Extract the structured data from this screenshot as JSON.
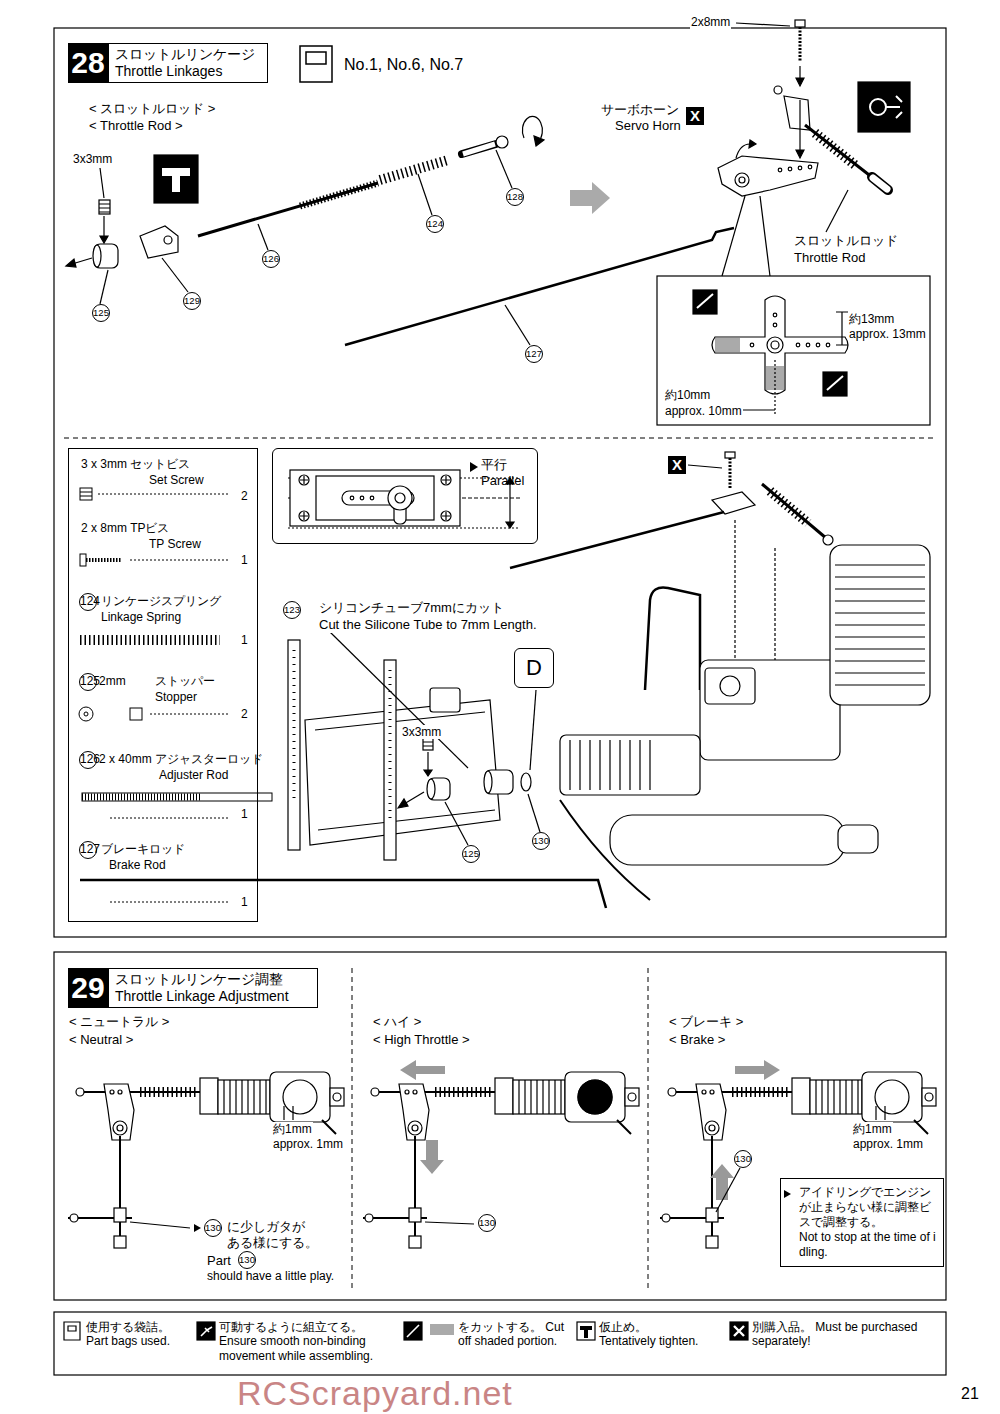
{
  "diagram": {
    "nodes": [
      {
        "text": [
          "28",
          "スロットルリンケージ Throttle Linkages"
        ]
      },
      {
        "text": [
          "X"
        ]
      },
      {
        "text": [
          "3 x 3mm セットビス",
          "Set Screw",
          "2",
          "2 x 8mm TPビス",
          "TP Screw",
          "1",
          "124",
          "リンケージスプリング",
          "Linkage Spring",
          "1",
          "125",
          "2mm",
          "ストッパー",
          "Stopper",
          "2",
          "126",
          "2 x 40mm アジャスターロッド",
          "Adjuster Rod",
          "1",
          "127",
          "ブレーキロッド",
          "Brake Rod",
          "1"
        ]
      },
      {
        "text": [
          "平行 Parallel"
        ]
      },
      {
        "text": [
          "X"
        ]
      },
      {
        "text": [
          "D"
        ]
      },
      {
        "text": [
          "29",
          "スロットルリンケージ調整 Throttle Linkage Adjustment"
        ]
      },
      {
        "text": [
          "アイドリングでエンジンが止まらない様に調整ビスで調整する。",
          "Not to stop at the time of idling."
        ]
      }
    ],
    "labels": [
      "No.1, No.6, No.7",
      "< スロットルロッド >",
      "< Throttle Rod >",
      "3x3mm",
      "125",
      "129",
      "126",
      "124",
      "128",
      "127",
      "2x8mm",
      "サーボホーン",
      "Servo Horn",
      "スロットルロッド",
      "Throttle Rod",
      "約13mm",
      "approx. 13mm",
      "約10mm",
      "approx. 10mm",
      "123",
      "シリコンチューブ7mmにカット",
      "Cut the Silicone Tube to 7mm Length.",
      "3x3mm",
      "125",
      "130",
      "< ニュートラル >",
      "< Neutral >",
      "約1mm",
      "approx. 1mm",
      "130",
      "に少しガタが ある様にする。",
      "Part",
      "130",
      "should have a little play.",
      "< ハイ >",
      "< High Throttle >",
      "130",
      "< ブレーキ >",
      "< Brake >",
      "約1mm",
      "approx. 1mm",
      "130",
      "RCScrapyard.net",
      "21"
    ],
    "legend": [
      {
        "text": "使用する袋詰。 Part bags used."
      },
      {
        "text": "可動するように組立てる。 Ensure smooth non-binding movement while assembling."
      },
      {
        "text": "をカットする。 Cut off shaded portion."
      },
      {
        "text": "仮止め。 Tentatively tighten."
      },
      {
        "text": "別購入品。 Must be purchased separately!"
      }
    ]
  }
}
